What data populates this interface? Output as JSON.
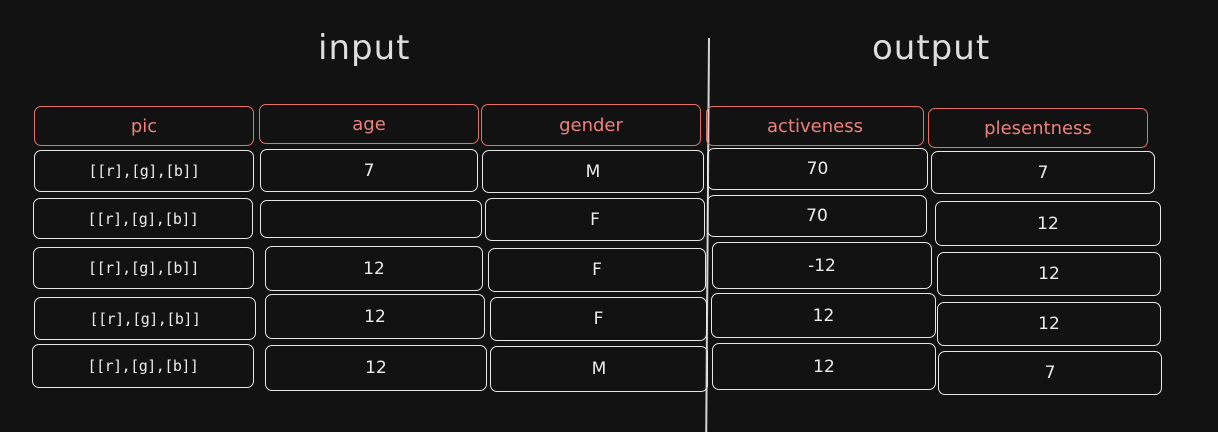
{
  "titles": {
    "input": "input",
    "output": "output"
  },
  "colors": {
    "background": "#121212",
    "header": "#e8706a",
    "cell_border": "#e6e6e6"
  },
  "headers": [
    "pic",
    "age",
    "gender",
    "activeness",
    "plesentness"
  ],
  "rows": [
    [
      "[[r],[g],[b]]",
      "7",
      "M",
      "70",
      "7"
    ],
    [
      "[[r],[g],[b]]",
      "",
      "F",
      "70",
      "12"
    ],
    [
      "[[r],[g],[b]]",
      "12",
      "F",
      "-12",
      "12"
    ],
    [
      "[[r],[g],[b]]",
      "12",
      "F",
      "12",
      "12"
    ],
    [
      "[[r],[g],[b]]",
      "12",
      "M",
      "12",
      "7"
    ]
  ]
}
